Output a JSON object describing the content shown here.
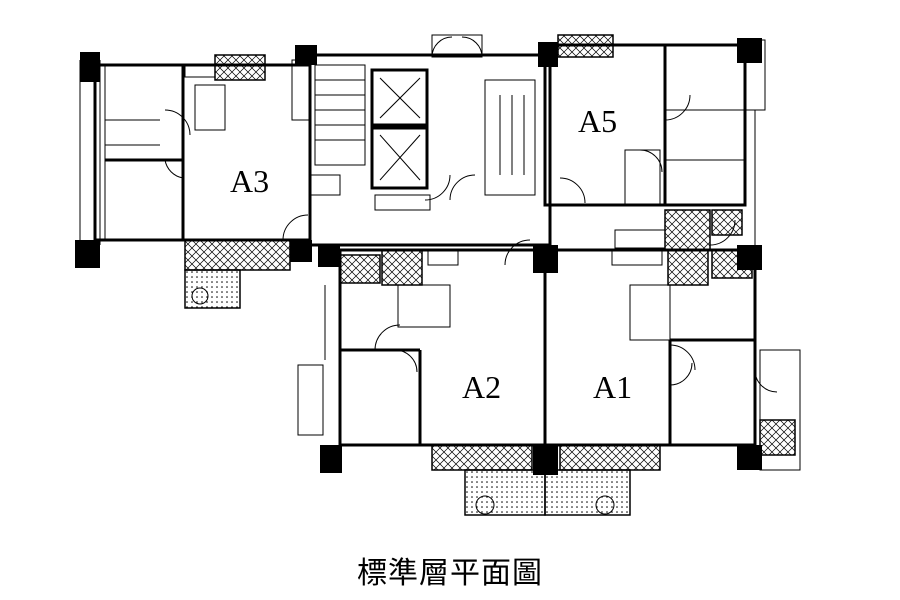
{
  "floor_plan": {
    "caption": "標準層平面圖",
    "units": [
      {
        "id": "A1",
        "label": "A1"
      },
      {
        "id": "A2",
        "label": "A2"
      },
      {
        "id": "A3",
        "label": "A3"
      },
      {
        "id": "A5",
        "label": "A5"
      }
    ],
    "colors": {
      "line": "#000000",
      "background": "#ffffff"
    }
  }
}
